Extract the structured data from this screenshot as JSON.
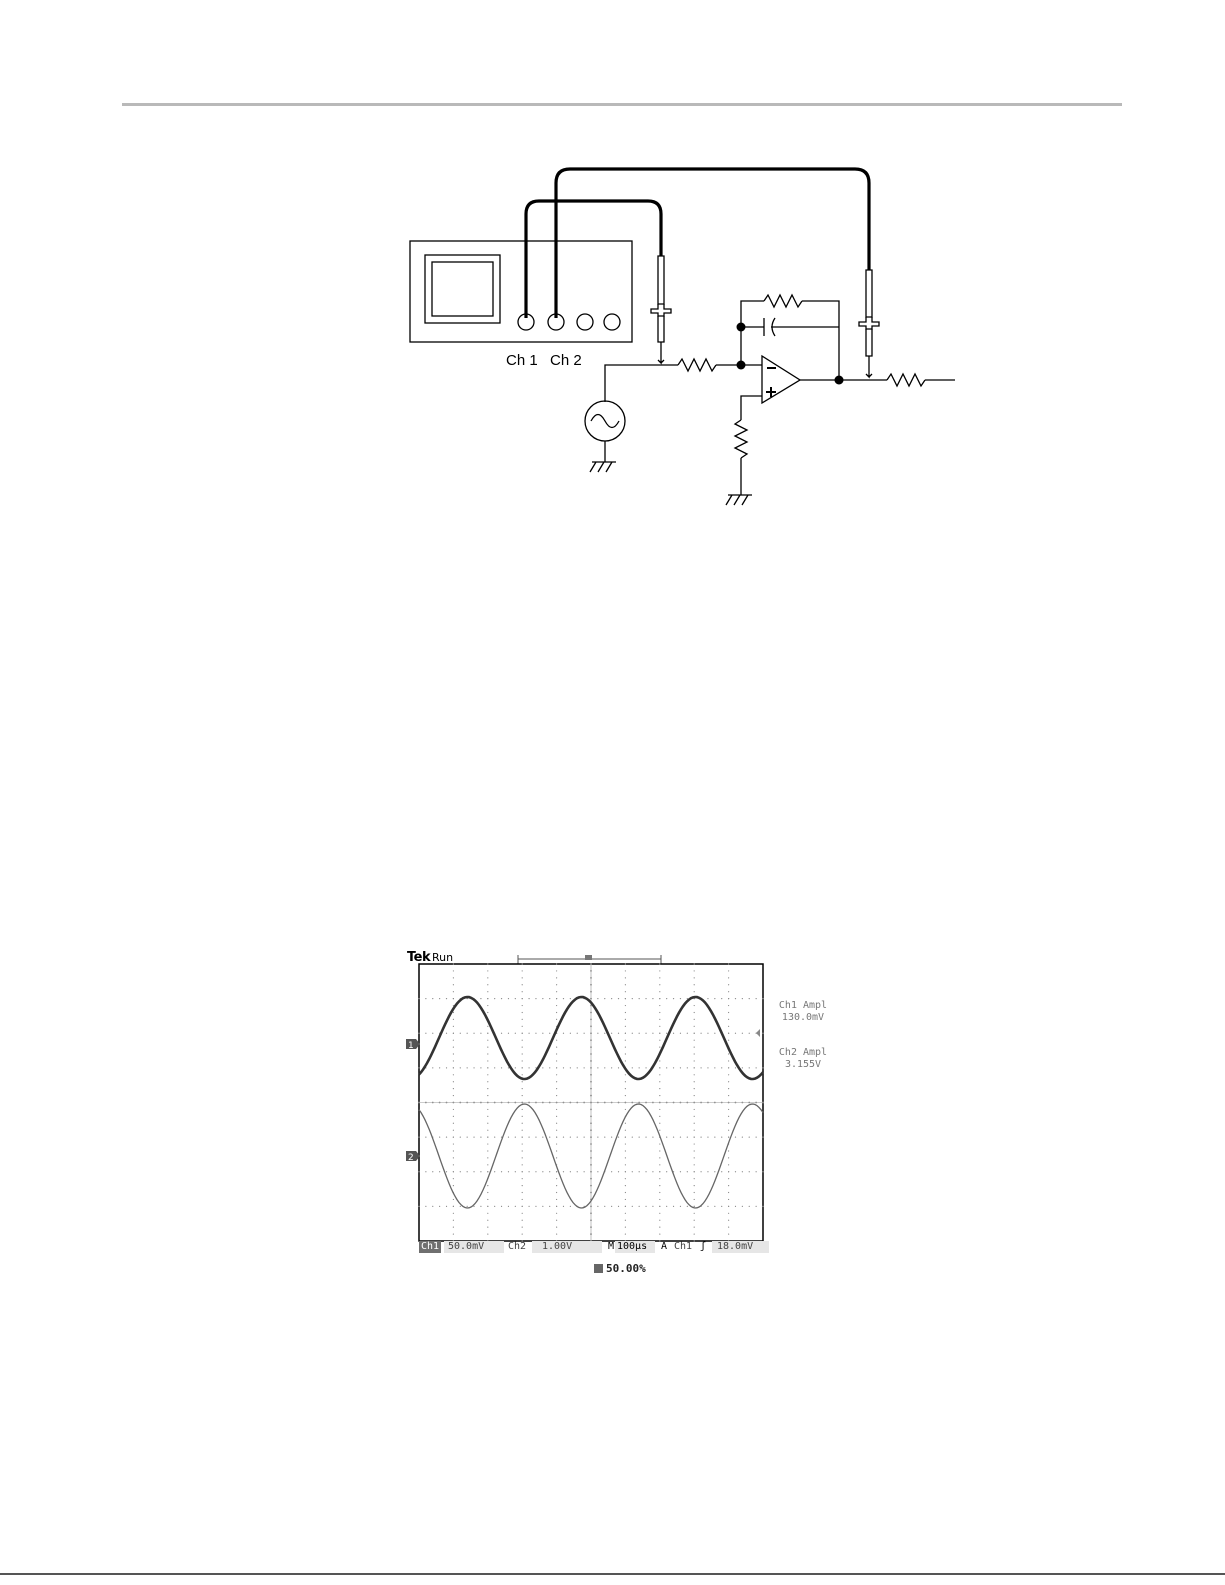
{
  "circuit_figure": {
    "channel_labels": [
      "Ch 1",
      "Ch 2"
    ]
  },
  "scope_figure": {
    "brand": "Tek",
    "run_state": "Run",
    "channel_markers": [
      "1",
      "2"
    ],
    "measurements": [
      {
        "label": "Ch1 Ampl",
        "value": "130.0mV"
      },
      {
        "label": "Ch2 Ampl",
        "value": "3.155V"
      }
    ],
    "status_bar": {
      "ch1_label": "Ch1",
      "ch1_scale": "50.0mV",
      "ch2_label": "Ch2",
      "ch2_scale": "1.00V",
      "timebase_label": "M",
      "timebase_value": "100µs",
      "trigger_label": "A",
      "trigger_source": "Ch1",
      "trigger_slope_symbol": "ʃ",
      "trigger_level": "18.0mV"
    },
    "trigger_position": "50.00%"
  }
}
